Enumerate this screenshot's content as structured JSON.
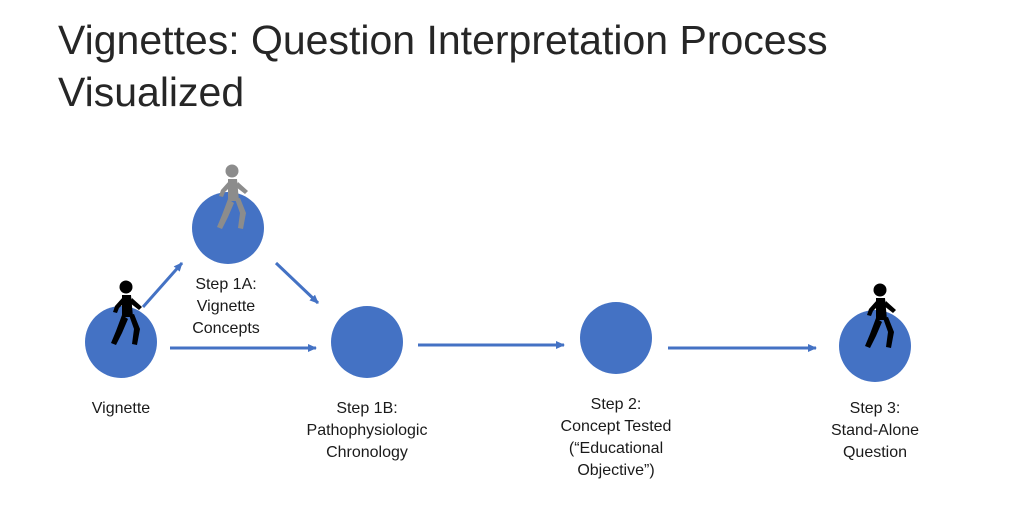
{
  "title": "Vignettes: Question Interpretation Process Visualized",
  "colors": {
    "node_fill": "#4472C4",
    "arrow": "#4472C4",
    "walker_dark": "#000000",
    "walker_ghost": "#8C8C8C"
  },
  "nodes": {
    "vignette": {
      "label": "Vignette",
      "icon": "walking-person-icon"
    },
    "step_1a": {
      "label": "Step 1A:\nVignette\nConcepts",
      "icon": "walking-person-faded-icon"
    },
    "step_1b": {
      "label": "Step 1B:\nPathophysiologic\nChronology"
    },
    "step_2": {
      "label": "Step 2:\nConcept Tested\n(“Educational\nObjective”)"
    },
    "step_3": {
      "label": "Step 3:\nStand-Alone\nQuestion",
      "icon": "walking-person-icon"
    }
  },
  "edges": [
    {
      "from": "vignette",
      "to": "step_1a"
    },
    {
      "from": "step_1a",
      "to": "step_1b"
    },
    {
      "from": "vignette",
      "to": "step_1b"
    },
    {
      "from": "step_1b",
      "to": "step_2"
    },
    {
      "from": "step_2",
      "to": "step_3"
    }
  ]
}
